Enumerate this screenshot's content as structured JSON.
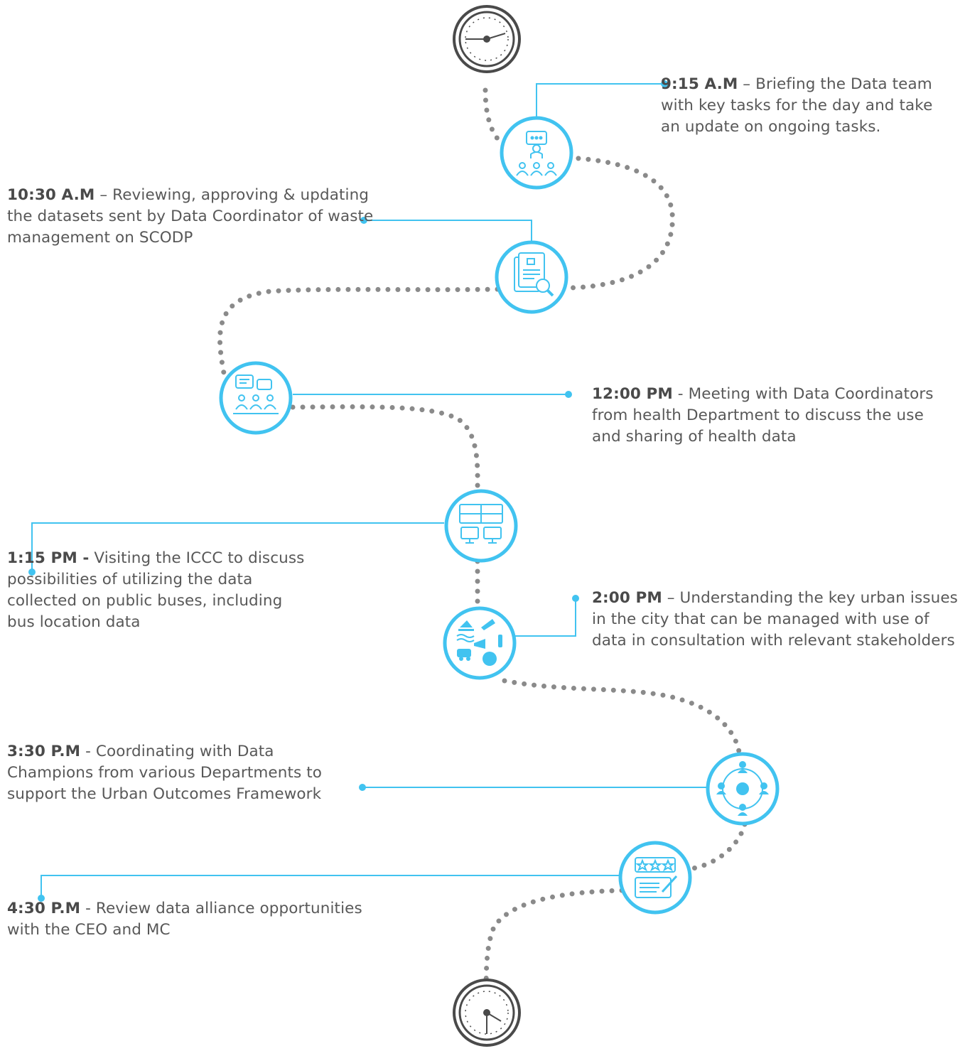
{
  "colors": {
    "accent": "#41c3f0",
    "dotted_path": "#8a8a8a",
    "text": "#585858",
    "clock": "#4a4a4a"
  },
  "start_icon": "clock-icon",
  "end_icon": "clock-icon",
  "entries": [
    {
      "time": "9:15 A.M",
      "text": " – Briefing the Data team with key tasks for the day and take an update on ongoing tasks.",
      "icon": "team-briefing-icon"
    },
    {
      "time": "10:30 A.M",
      "text": " – Reviewing, approving & updating the datasets sent by Data Coordinator of waste management on SCODP",
      "icon": "document-review-icon"
    },
    {
      "time": "12:00 PM",
      "text": " - Meeting with Data Coordinators from health Department to discuss the use and sharing of health data",
      "icon": "meeting-icon"
    },
    {
      "time": "1:15 PM -",
      "text": " Visiting the ICCC to discuss possibilities of utilizing the data collected on public buses, including bus location data",
      "icon": "control-center-icon"
    },
    {
      "time": "2:00 PM",
      "text": " – Understanding the key urban issues in the city that can be managed with use of data in consultation with relevant stakeholders",
      "icon": "urban-issues-icon"
    },
    {
      "time": "3:30 P.M",
      "text": " - Coordinating with Data Champions from various Departments to support the Urban Outcomes Framework",
      "icon": "coordination-network-icon"
    },
    {
      "time": "4:30 P.M",
      "text": " - Review data alliance opportunities with the CEO and MC",
      "icon": "feedback-review-icon"
    }
  ]
}
